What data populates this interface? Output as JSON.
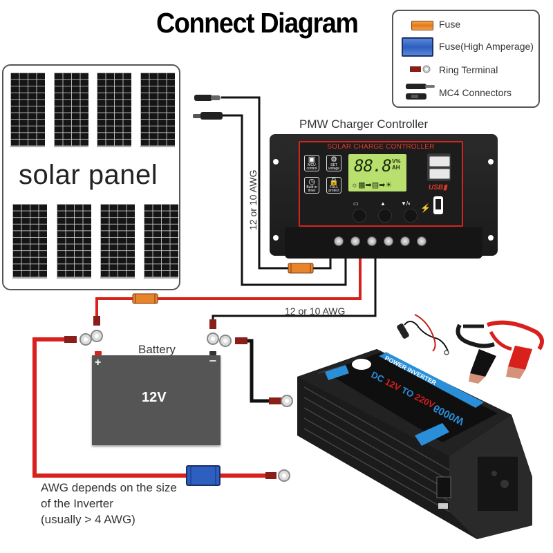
{
  "title": "Connect Diagram",
  "legend": {
    "items": [
      {
        "icon": "fuse-icon",
        "label": "Fuse"
      },
      {
        "icon": "high-amperage-fuse-icon",
        "label": "Fuse(High Amperage)"
      },
      {
        "icon": "ring-terminal-icon",
        "label": "Ring Terminal"
      },
      {
        "icon": "mc4-connectors-icon",
        "label": "MC4 Connectors"
      }
    ]
  },
  "solar_panel": {
    "label": "solar panel"
  },
  "controller": {
    "title": "PMW Charger Controller",
    "panel_heading": "SOLAR CHARGE CONTROLLER",
    "lcd_digits": "88.8",
    "lcd_units_top": "V%",
    "lcd_units_bottom": "AH",
    "lcd_flow": "☼▦➡▤➡☀",
    "icons": [
      {
        "glyph": "▣",
        "label": "MCU control"
      },
      {
        "glyph": "⚙",
        "label": "SET voltage"
      },
      {
        "glyph": "◷",
        "label": "Built-in timer"
      },
      {
        "glyph": "🔒",
        "label": "FULL protect"
      }
    ],
    "buttons": [
      {
        "glyph": "▭"
      },
      {
        "glyph": "▲"
      },
      {
        "glyph": "▼/◐"
      }
    ],
    "usb_label": "USB▮",
    "terminal_count": 6
  },
  "wire_labels": {
    "solar_to_controller": "12 or 10 AWG",
    "controller_to_battery": "12 or 10 AWG"
  },
  "battery": {
    "label": "Battery",
    "voltage": "12V",
    "positive": "+",
    "negative": "−"
  },
  "inverter_note": {
    "line1": "AWG depends on the size",
    "line2": "of the Inverter",
    "line3": "(usually  > 4 AWG)"
  },
  "inverter": {
    "header": "POWER INVERTER",
    "spec_prefix": "DC ",
    "spec_in": "12V",
    "spec_to": " TO ",
    "spec_out": "220V",
    "wattage": "6000W"
  },
  "colors": {
    "wire_red": "#d8201c",
    "wire_black": "#111111",
    "fuse_orange": "#e8852c",
    "fuse_blue": "#2d5fc0",
    "controller_accent": "#d4251d",
    "lcd_green": "#b9e06e",
    "inverter_blue": "#2a8fd8",
    "battery_gray": "#555555"
  }
}
